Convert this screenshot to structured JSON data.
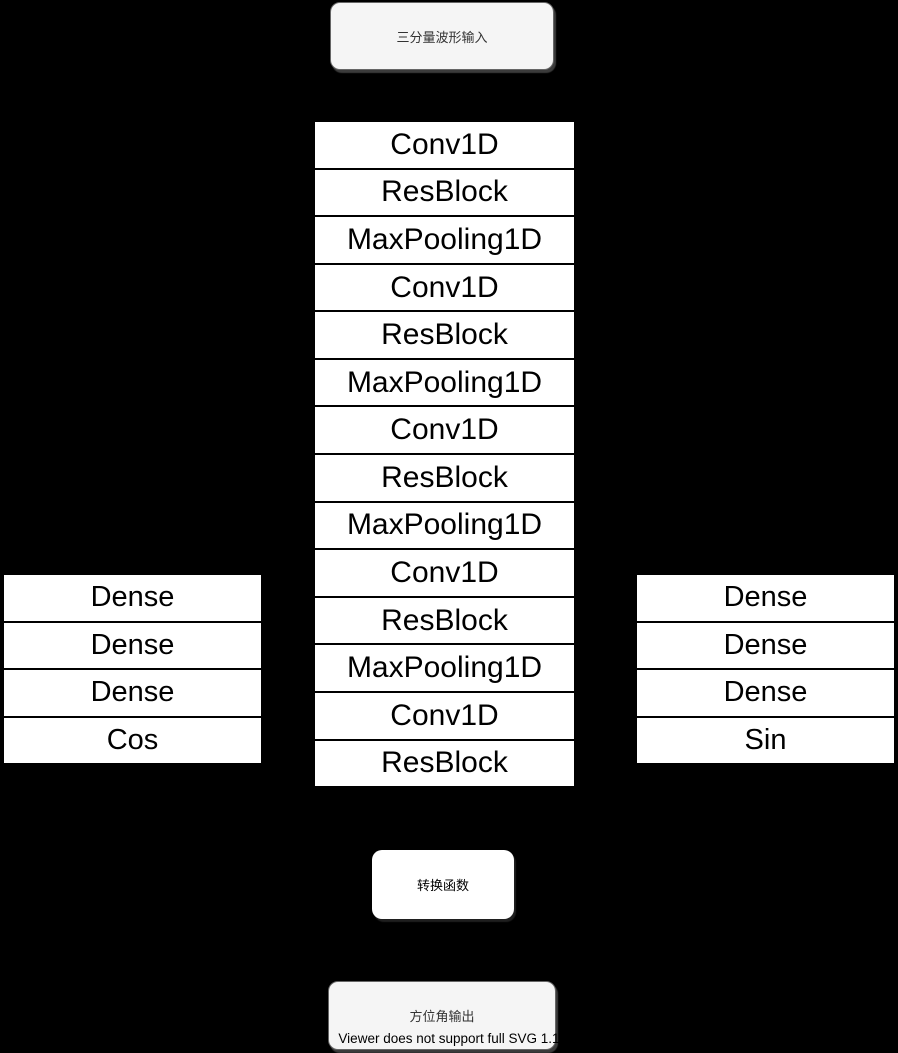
{
  "palette": {
    "page_bg": "#000000",
    "node_fill": "#f5f5f5",
    "node_border": "#666666",
    "node_text": "#333333",
    "layer_fill": "#ffffff",
    "layer_border": "#000000",
    "layer_text": "#000000"
  },
  "diagram": {
    "input_node": {
      "label": "三分量波形输入"
    },
    "backbone_stack": {
      "layers": [
        "Conv1D",
        "ResBlock",
        "MaxPooling1D",
        "Conv1D",
        "ResBlock",
        "MaxPooling1D",
        "Conv1D",
        "ResBlock",
        "MaxPooling1D",
        "Conv1D",
        "ResBlock",
        "MaxPooling1D",
        "Conv1D",
        "ResBlock"
      ]
    },
    "cos_branch_stack": {
      "layers": [
        "Dense",
        "Dense",
        "Dense",
        "Cos"
      ]
    },
    "sin_branch_stack": {
      "layers": [
        "Dense",
        "Dense",
        "Dense",
        "Sin"
      ]
    },
    "transform_node": {
      "label": "转换函数"
    },
    "output_node": {
      "label": "方位角输出"
    },
    "svg_fallback_notice": "Viewer does not support full SVG 1.1"
  }
}
